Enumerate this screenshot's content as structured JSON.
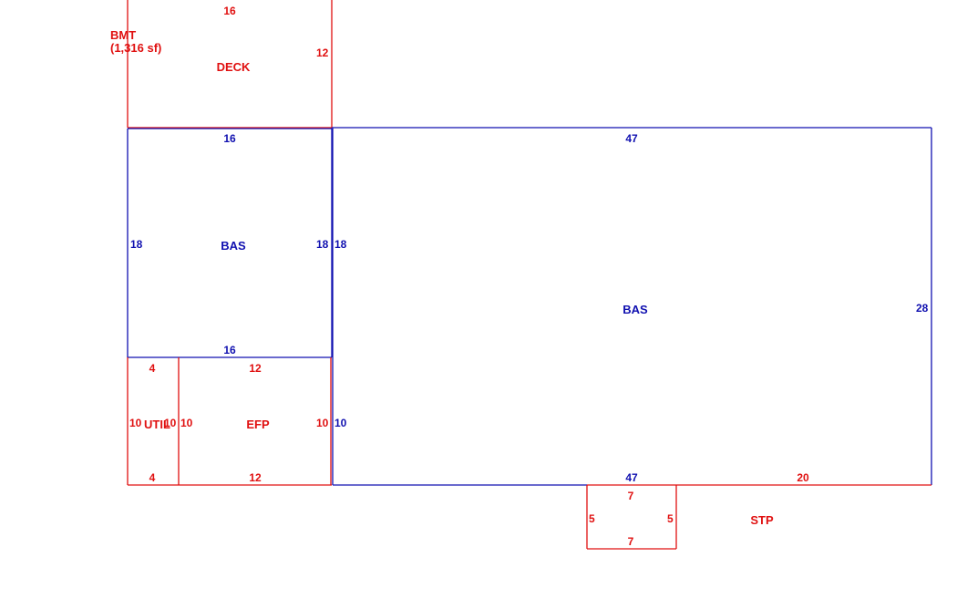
{
  "colors": {
    "living": "#1010b0",
    "other": "#e01010",
    "background": "#ffffff"
  },
  "legend": {
    "area_name": "BMT",
    "area_size": "(1,316 sf)"
  },
  "areas": {
    "deck": {
      "name": "DECK",
      "dims": {
        "top": "16",
        "right": "12"
      }
    },
    "bas_left": {
      "name": "BAS",
      "dims": {
        "top": "16",
        "left": "18",
        "right": "18",
        "bottom": "16"
      }
    },
    "bas_main": {
      "name": "BAS",
      "dims": {
        "top": "47",
        "left": "18",
        "right": "28",
        "bottom": "47"
      }
    },
    "util": {
      "name": "UTIL",
      "dims": {
        "top": "4",
        "left": "10",
        "right": "10",
        "bottom": "4"
      }
    },
    "efp": {
      "name": "EFP",
      "dims": {
        "top": "12",
        "left": "10",
        "right": "10",
        "bottom": "12",
        "outer": "10"
      }
    },
    "stoop": {
      "dims": {
        "top": "7",
        "left": "5",
        "right": "5",
        "bottom": "7"
      }
    },
    "stp": {
      "name": "STP",
      "dims": {
        "top": "20"
      }
    }
  }
}
